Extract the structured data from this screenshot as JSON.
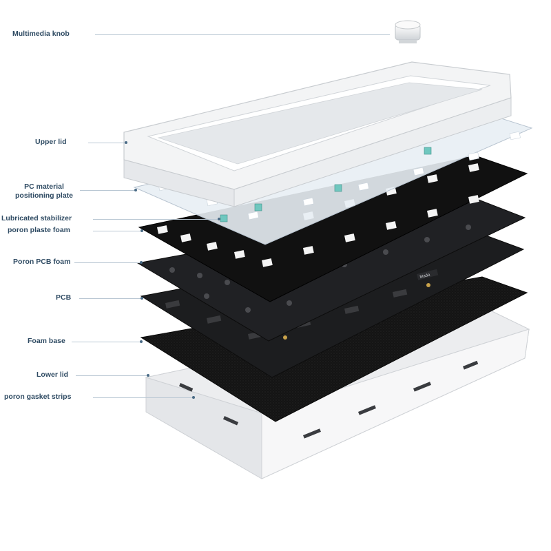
{
  "labels": {
    "multimedia_knob": "Multimedia knob",
    "upper_lid": "Upper lid",
    "pc_plate_line1": "PC material",
    "pc_plate_line2": "positioning plate",
    "lubricated_stabilizer": "Lubricated stabilizer",
    "poron_plaste_foam": "poron plaste foam",
    "poron_pcb_foam": "Poron PCB foam",
    "pcb": "PCB",
    "foam_base": "Foam base",
    "lower_lid": "Lower lid",
    "poron_gasket_strips": "poron gasket strips"
  },
  "pcb_chip_text": "Mada",
  "colors": {
    "label_text": "#2f4b63",
    "leader_line": "#b9c7d3",
    "case_white": "#f4f5f6",
    "plate_translucent": "#e8eef4",
    "foam_black": "#151515",
    "pcb_black": "#1c1d1f",
    "stabilizer_teal": "#6fc7bf"
  }
}
